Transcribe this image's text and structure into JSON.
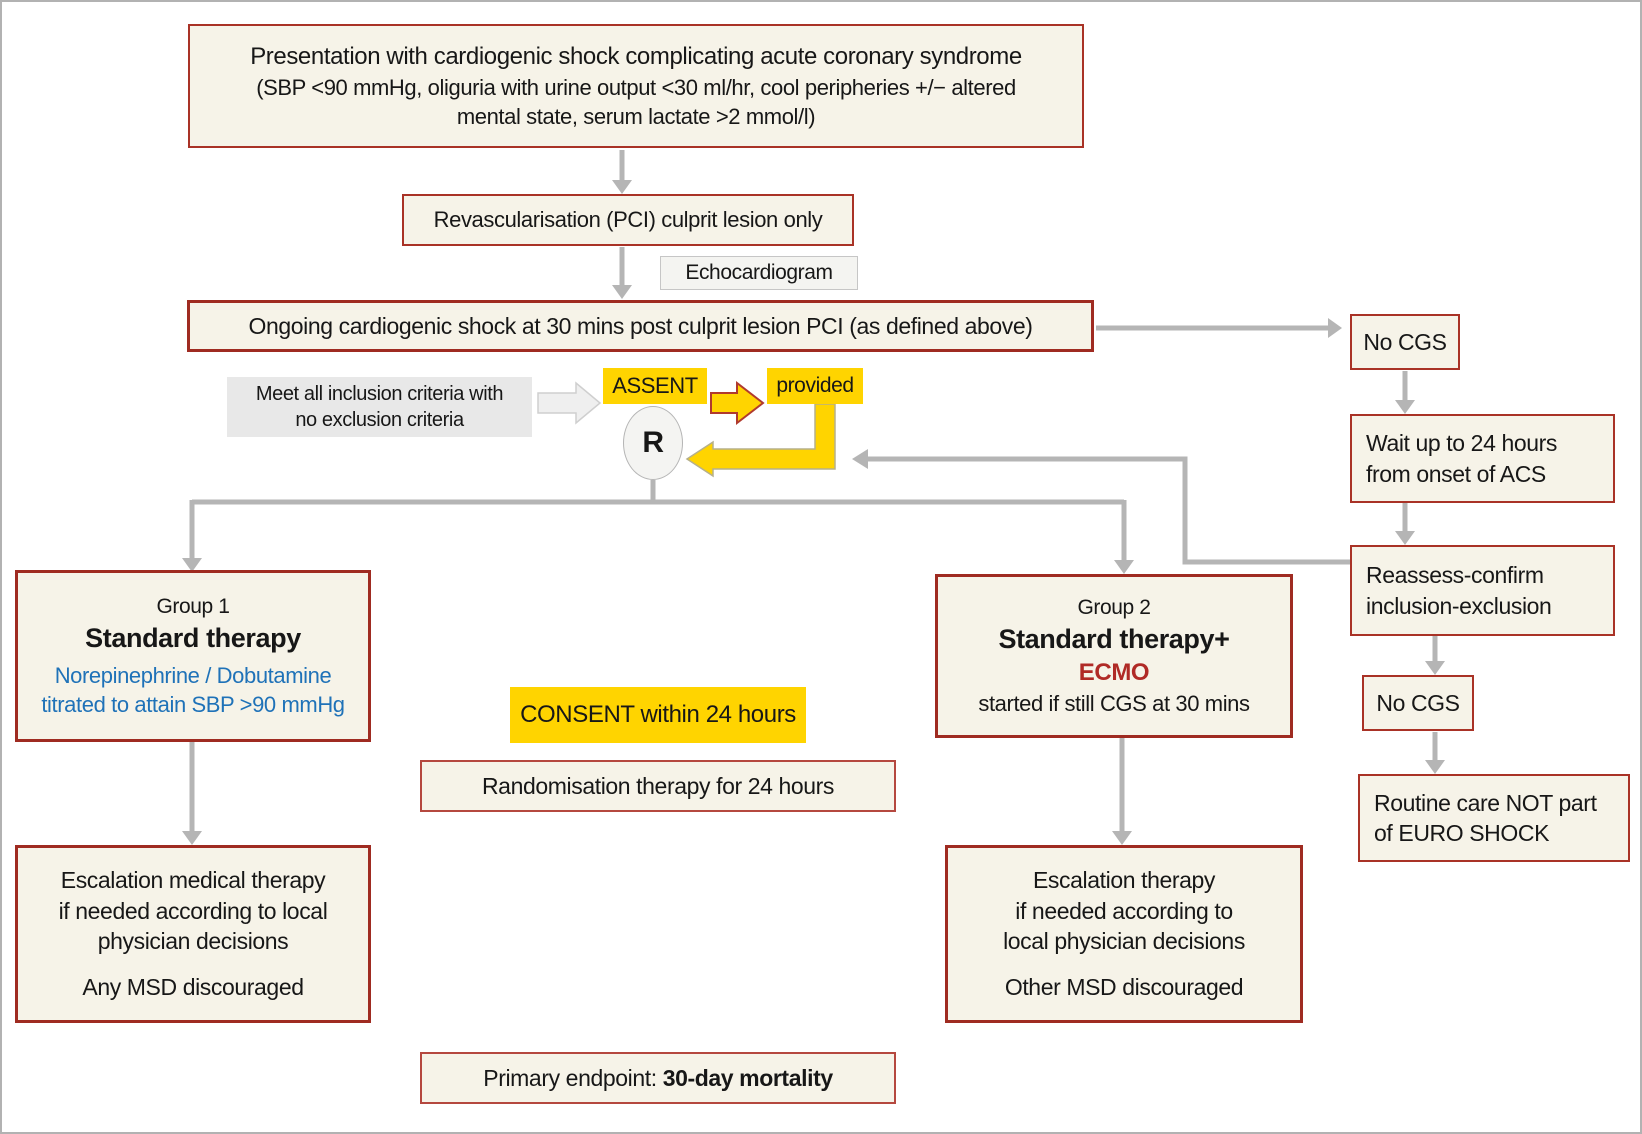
{
  "colors": {
    "box_background": "#f6f3e8",
    "red_border": "#a93226",
    "thick_red_border": "#9f2b21",
    "highlight_yellow": "#ffd400",
    "blue_text": "#1f72b8",
    "ecmo_red_text": "#b02a26",
    "arrow_gray": "#b5b5b5",
    "criteria_gray_box": "#e8e8e8",
    "frame_gray": "#b2b2b2"
  },
  "nodes": {
    "presentation": {
      "title": "Presentation with cardiogenic shock complicating acute coronary syndrome",
      "detail_line1": "(SBP <90 mmHg, oliguria with urine output <30 ml/hr, cool peripheries +/− altered",
      "detail_line2": "mental state, serum lactate >2 mmol/l)"
    },
    "revascularisation": {
      "label": "Revascularisation (PCI) culprit lesion only"
    },
    "echocardiogram": {
      "label": "Echocardiogram"
    },
    "ongoing_shock": {
      "label": "Ongoing cardiogenic shock at 30 mins post culprit lesion PCI (as defined above)"
    },
    "criteria": {
      "line1": "Meet all inclusion criteria with",
      "line2": "no exclusion criteria"
    },
    "assent": {
      "label": "ASSENT"
    },
    "provided": {
      "label": "provided"
    },
    "randomisation_point": {
      "label": "R"
    },
    "group1": {
      "header": "Group 1",
      "title": "Standard therapy",
      "drug_line1": "Norepinephrine / Dobutamine",
      "drug_line2": "titrated to attain SBP >90 mmHg"
    },
    "group2": {
      "header": "Group 2",
      "title": "Standard therapy+",
      "ecmo": "ECMO",
      "subtitle": "started if still CGS at 30 mins"
    },
    "consent": {
      "label": "CONSENT within 24 hours"
    },
    "randomisation_therapy": {
      "label": "Randomisation therapy for 24 hours"
    },
    "escalation1": {
      "line1": "Escalation medical therapy",
      "line2": "if needed according to local",
      "line3": "physician decisions",
      "line4": "Any MSD discouraged"
    },
    "escalation2": {
      "line1": "Escalation therapy",
      "line2": "if needed according to",
      "line3": "local physician decisions",
      "line4": "Other MSD discouraged"
    },
    "primary_endpoint": {
      "prefix": "Primary endpoint: ",
      "value": "30-day mortality"
    },
    "no_cgs_1": {
      "label": "No CGS"
    },
    "wait_24h": {
      "line1": "Wait up to 24 hours",
      "line2": "from onset of ACS"
    },
    "reassess": {
      "line1": "Reassess-confirm",
      "line2": "inclusion-exclusion"
    },
    "no_cgs_2": {
      "label": "No CGS"
    },
    "routine_care": {
      "line1": "Routine care NOT part",
      "line2": "of EURO SHOCK"
    }
  }
}
